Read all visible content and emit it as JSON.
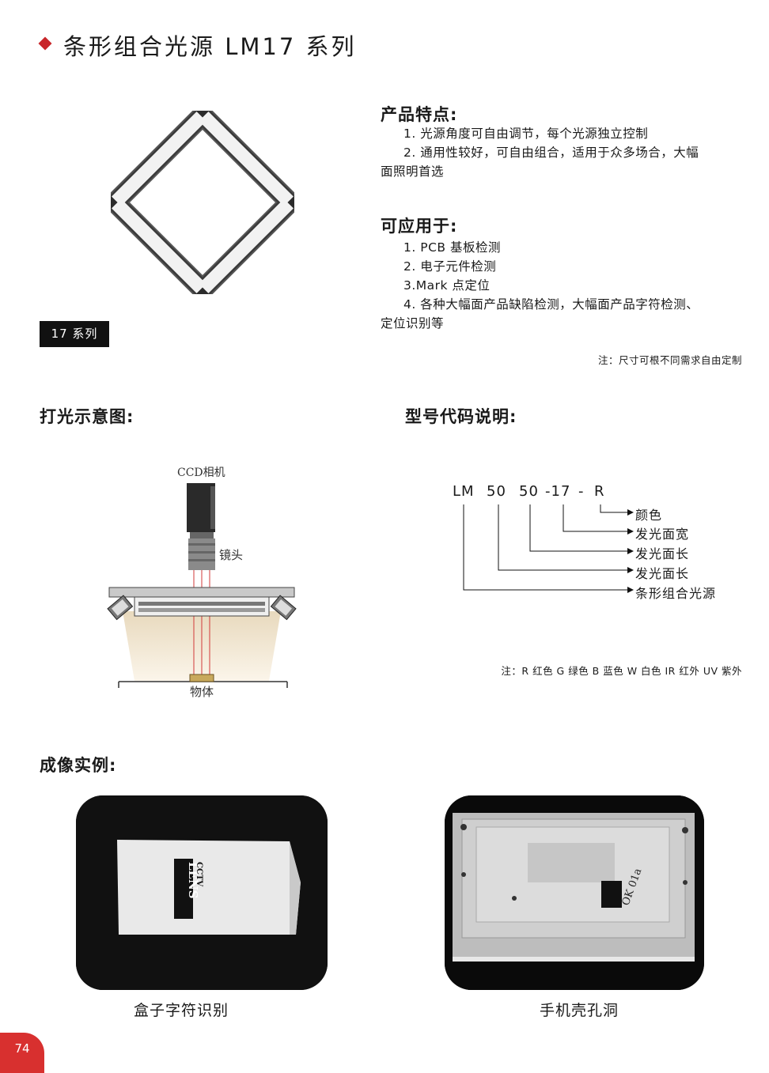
{
  "header": {
    "title": "条形组合光源   LM17 系列"
  },
  "product": {
    "badge": "17 系列"
  },
  "features": {
    "heading": "产品特点:",
    "items": [
      "1. 光源角度可自由调节，每个光源独立控制",
      "2. 通用性较好，可自由组合，适用于众多场合，大幅",
      "面照明首选"
    ]
  },
  "applications": {
    "heading": "可应用于:",
    "items": [
      "1. PCB 基板检测",
      "2. 电子元件检测",
      "3.Mark 点定位",
      "4. 各种大幅面产品缺陷检测，大幅面产品字符检测、",
      "定位识别等"
    ],
    "note": "注：尺寸可根不同需求自由定制"
  },
  "lighting": {
    "heading": "打光示意图:",
    "labels": {
      "camera": "CCD相机",
      "lens": "镜头",
      "object": "物体"
    }
  },
  "model_code": {
    "heading": "型号代码说明:",
    "code": {
      "lm": "LM",
      "a": "50",
      "b": "50",
      "c": "-17",
      "d": "-",
      "e": "R"
    },
    "legend": [
      "颜色",
      "发光面宽",
      "发光面长",
      "发光面长",
      "条形组合光源"
    ],
    "note": "注：R 红色 G 绿色 B 蓝色 W 白色 IR 红外 UV 紫外"
  },
  "imaging": {
    "heading": "成像实例:",
    "examples": [
      {
        "caption": "盒子字符识别",
        "box_text_1": "CCTV",
        "box_text_2": "LENS"
      },
      {
        "caption": "手机壳孔洞",
        "handwriting": "OK 01a"
      }
    ]
  },
  "footer": {
    "page_number": "74"
  },
  "colors": {
    "accent": "#c8262a",
    "page_tab": "#d8302f"
  }
}
